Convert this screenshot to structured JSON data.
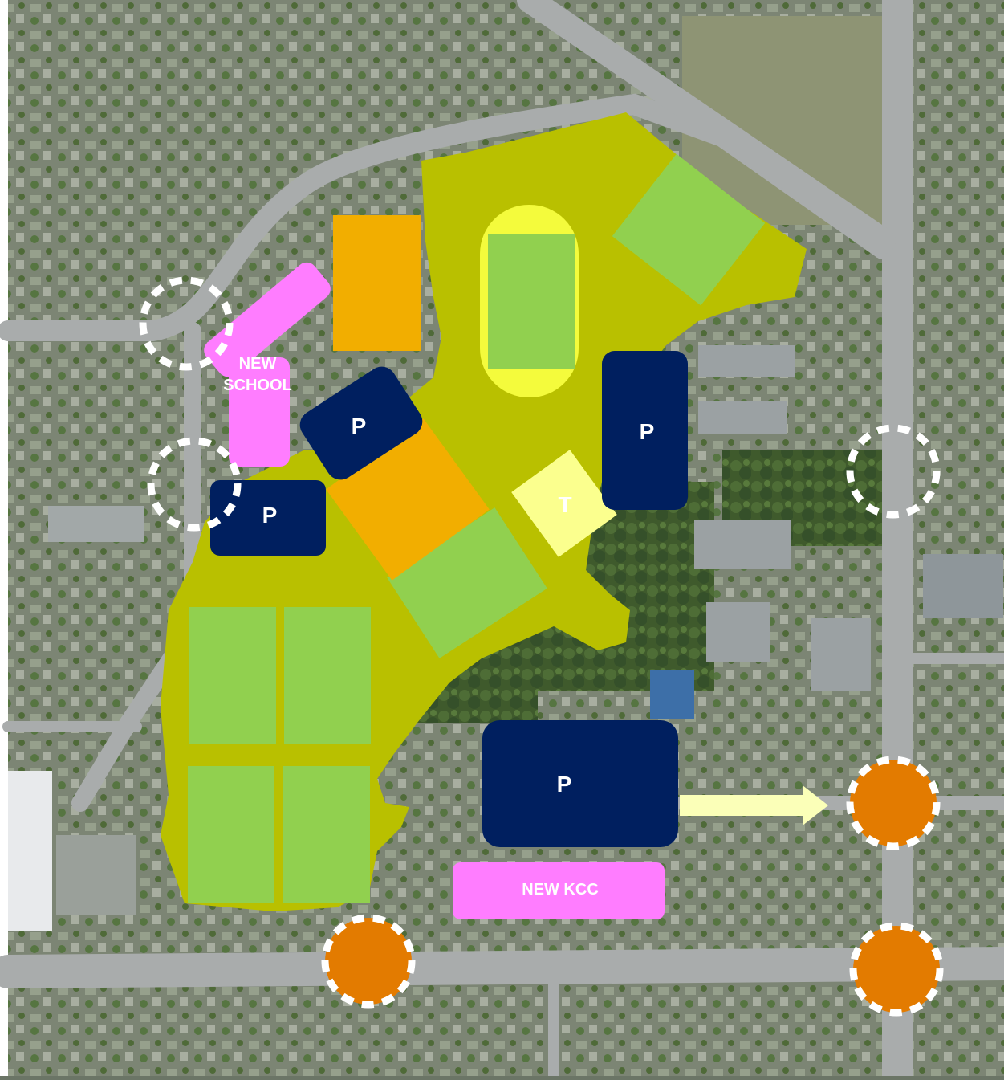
{
  "labels": {
    "new_school_line1": "NEW",
    "new_school_line2": "SCHOOL",
    "new_kcc": "NEW KCC",
    "parking": "P",
    "tennis": "T"
  },
  "colors": {
    "site_area": "#b9c000",
    "field_green": "#91d04f",
    "orange_building": "#f2ae00",
    "parking_navy": "#001f5f",
    "school_pink": "#ff7dff",
    "track_yellow": "#f4fb3c",
    "tennis_light": "#fbff8e",
    "arrow_yellow": "#fbffb8",
    "intersection_orange": "#e37b00",
    "marker_white": "#ffffff"
  },
  "icons": {
    "existing_intersection": "dashed-circle-icon",
    "planned_intersection": "orange-dashed-circle-icon",
    "access_arrow": "arrow-right-icon"
  }
}
